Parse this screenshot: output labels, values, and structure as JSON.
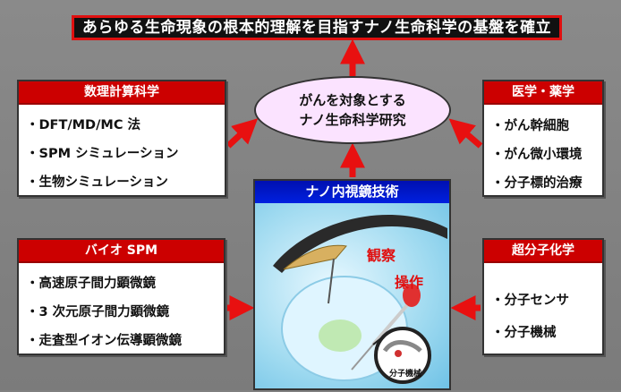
{
  "banner": {
    "title": "あらゆる生命現象の根本的理解を目指すナノ生命科学の基盤を確立"
  },
  "center_goal": {
    "line1": "がんを対象とする",
    "line2": "ナノ生命科学研究"
  },
  "panels": {
    "math": {
      "header": "数理計算科学",
      "items": [
        "・DFT/MD/MC 法",
        "・SPM シミュレーション",
        "・生物シミュレーション"
      ]
    },
    "medicine": {
      "header": "医学・薬学",
      "items": [
        "・がん幹細胞",
        "・がん微小環境",
        "・分子標的治療"
      ]
    },
    "bio_spm": {
      "header": "バイオ SPM",
      "items": [
        "・高速原子間力顕微鏡",
        "・3 次元原子間力顕微鏡",
        "・走査型イオン伝導顕微鏡"
      ]
    },
    "supra": {
      "header": "超分子化学",
      "items": [
        "・分子センサ",
        "・分子機械"
      ]
    }
  },
  "center_tech": {
    "header": "ナノ内視鏡技術",
    "label_observe": "観察",
    "label_operate": "操作",
    "label_machine": "分子機械"
  },
  "colors": {
    "red": "#c00000",
    "blue": "#0018c8",
    "ellipse": "#fbe3ff",
    "background": "#808080"
  }
}
